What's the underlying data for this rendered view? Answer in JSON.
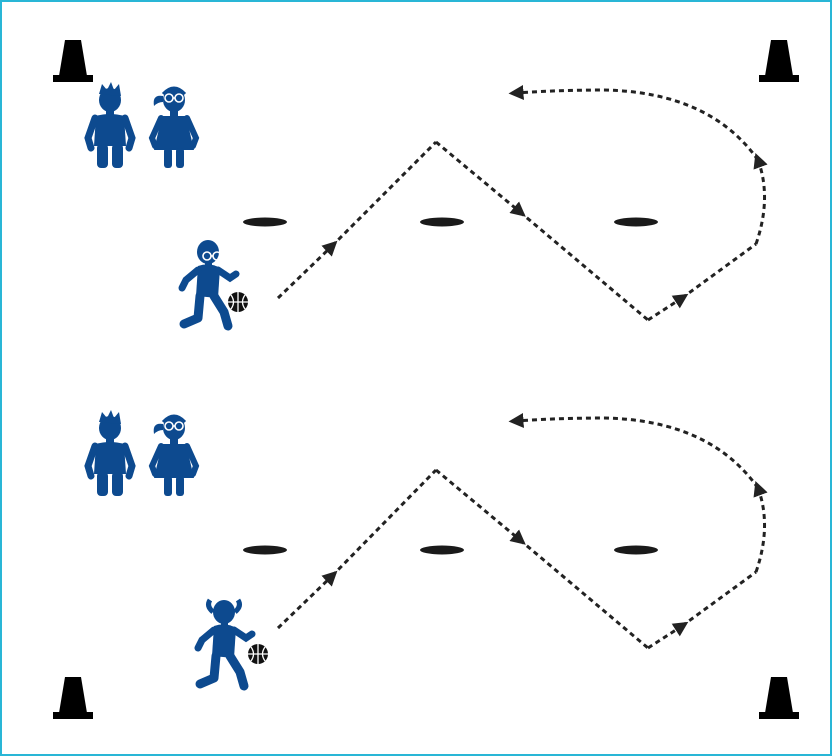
{
  "diagram": {
    "border_color": "#29b6d6",
    "background": "#ffffff",
    "figure_color": "#0d4a8f",
    "cone_color": "#000000",
    "marker_color": "#1a1a1a",
    "path_color": "#222222",
    "ball_color": "#111111"
  },
  "elements": {
    "cones": [
      "cone-top-left",
      "cone-top-right",
      "cone-bottom-left",
      "cone-bottom-right"
    ],
    "top_lane": {
      "waiting_players": [
        "boy",
        "girl-with-glasses"
      ],
      "dribbler": "boy-with-glasses-dribbling",
      "markers": 3
    },
    "bottom_lane": {
      "waiting_players": [
        "boy",
        "girl-with-glasses"
      ],
      "dribbler": "girl-with-pigtails-dribbling",
      "markers": 3
    }
  }
}
